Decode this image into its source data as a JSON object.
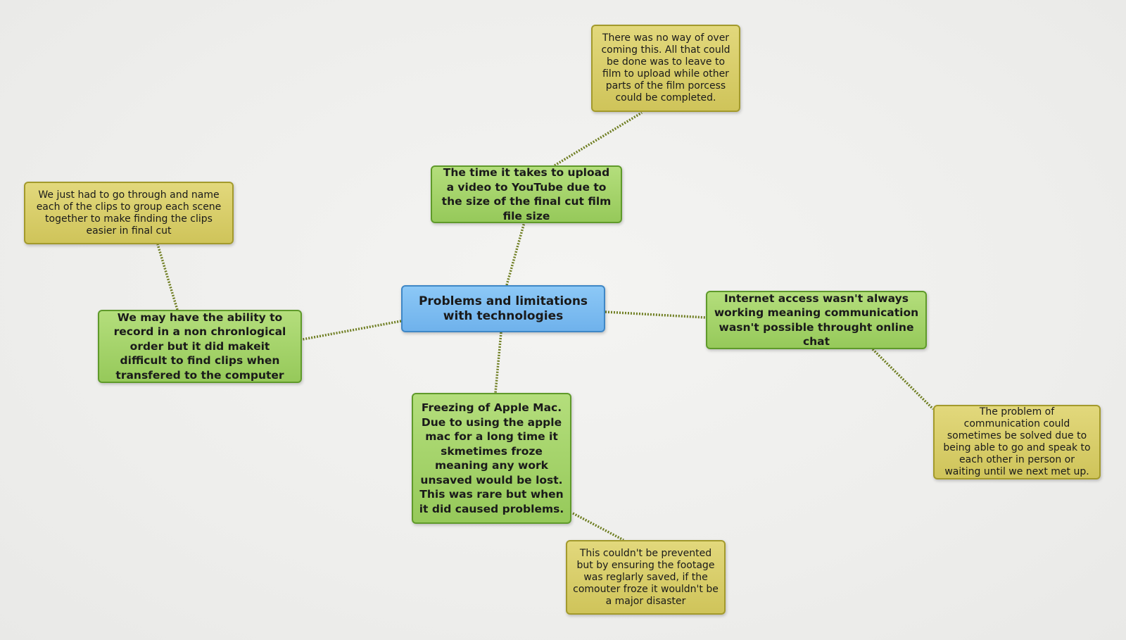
{
  "central": {
    "text": "Problems and limitations with technologies"
  },
  "topics": [
    {
      "id": "upload",
      "text": "The time it takes to upload a video to YouTube due to the size of the final cut film file size"
    },
    {
      "id": "chronological",
      "text": "We may have the ability to record in a non chronlogical order but it did makeit difficult to find clips when transfered to the computer"
    },
    {
      "id": "internet",
      "text": "Internet access wasn't always working meaning communication wasn't possible throught online chat"
    },
    {
      "id": "freezing",
      "text": "Freezing of Apple Mac. Due to using the apple mac for a long time it skmetimes froze meaning any work unsaved would be lost. This was rare but when it did caused problems."
    }
  ],
  "notes": [
    {
      "id": "upload-note",
      "text": "There was no way of over coming this. All that could be done was to leave to film to upload while other parts of the film porcess could be completed."
    },
    {
      "id": "chronological-note",
      "text": "We just had to go through and name each of the clips to group each scene together to make finding the clips easier in final cut"
    },
    {
      "id": "internet-note",
      "text": "The problem of communication could sometimes be solved due to being able to go and speak to each other in person or waiting until we next met up."
    },
    {
      "id": "freezing-note",
      "text": "This couldn't be prevented but by ensuring the footage was reglarly saved, if the comouter froze it wouldn't be a major disaster"
    }
  ],
  "colors": {
    "central_fill": "#7dbdf1",
    "topic_fill": "#a5d46b",
    "note_fill": "#d9ce6b",
    "link": "#7a8a2a"
  }
}
